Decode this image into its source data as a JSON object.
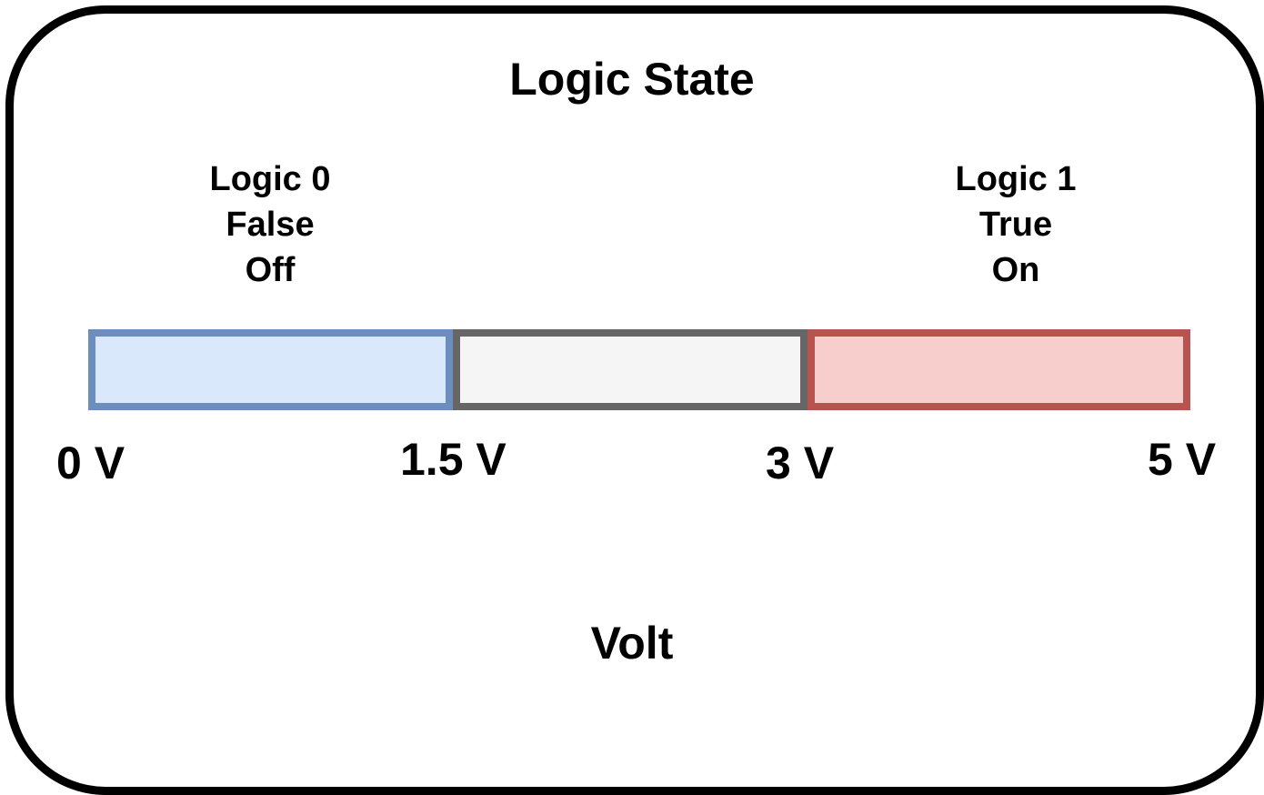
{
  "title": "Logic State",
  "axis_label": "Volt",
  "states": {
    "low": {
      "lines": [
        "Logic 0",
        "False",
        "Off"
      ]
    },
    "high": {
      "lines": [
        "Logic 1",
        "True",
        "On"
      ]
    }
  },
  "range": [
    0,
    5
  ],
  "segments": [
    {
      "name": "logic-0-band",
      "from": 0,
      "to": 1.5,
      "fill": "#dae8fc",
      "stroke": "#6c8ebf"
    },
    {
      "name": "undefined-band",
      "from": 1.5,
      "to": 3,
      "fill": "#f5f5f5",
      "stroke": "#666666"
    },
    {
      "name": "logic-1-band",
      "from": 3,
      "to": 5,
      "fill": "#f8cecc",
      "stroke": "#b85450"
    }
  ],
  "ticks": [
    "0 V",
    "1.5 V",
    "3 V",
    "5 V"
  ]
}
